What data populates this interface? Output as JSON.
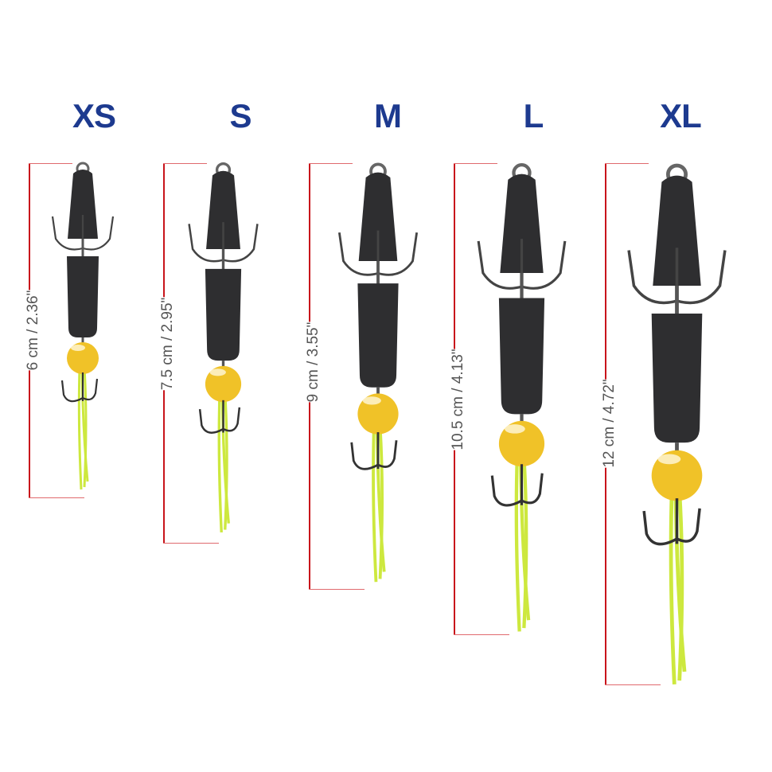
{
  "sizes": [
    {
      "label": "XS",
      "dimension": "6 cm / 2.36\"",
      "length_cm": 6
    },
    {
      "label": "S",
      "dimension": "7.5 cm / 2.95\"",
      "length_cm": 7.5
    },
    {
      "label": "M",
      "dimension": "9 cm / 3.55\"",
      "length_cm": 9
    },
    {
      "label": "L",
      "dimension": "10.5 cm / 4.13\"",
      "length_cm": 10.5
    },
    {
      "label": "XL",
      "dimension": "12 cm / 4.72\"",
      "length_cm": 12
    }
  ],
  "colors": {
    "label": "#1d3a8f",
    "bracket": "#c8141b",
    "foam": "#2e2e30",
    "bead": "#f0c228",
    "tail": "#c8e62a"
  }
}
